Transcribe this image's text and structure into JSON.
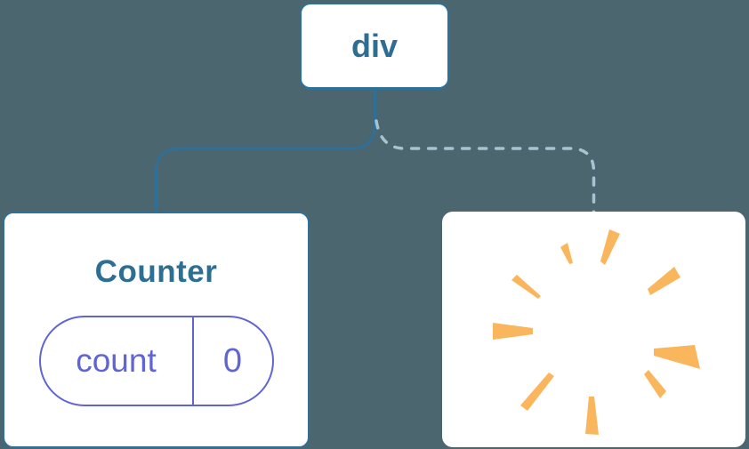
{
  "diagram": {
    "description": "React component tree diagram: div root keeps Counter child with preserved state while a removed sibling disappears in a poof",
    "background_color": "#4C6670",
    "root_node": {
      "label": "div",
      "border_color": "#2F7098",
      "text_color": "#2D6E93",
      "fill": "#ffffff"
    },
    "edges": {
      "kept_edge": {
        "style": "solid",
        "color": "#2F7098"
      },
      "removed_edge": {
        "style": "dashed",
        "color": "#A6C3D2"
      }
    },
    "counter_node": {
      "title": "Counter",
      "border_color": "#2F7098",
      "title_color": "#2D6E93",
      "fill": "#ffffff",
      "state_pill": {
        "key_label": "count",
        "value": "0",
        "accent_color": "#6065D6"
      }
    },
    "poof_node": {
      "icon": "poof-starburst-icon",
      "ray_color": "#F9B65C",
      "fill": "#ffffff"
    }
  }
}
